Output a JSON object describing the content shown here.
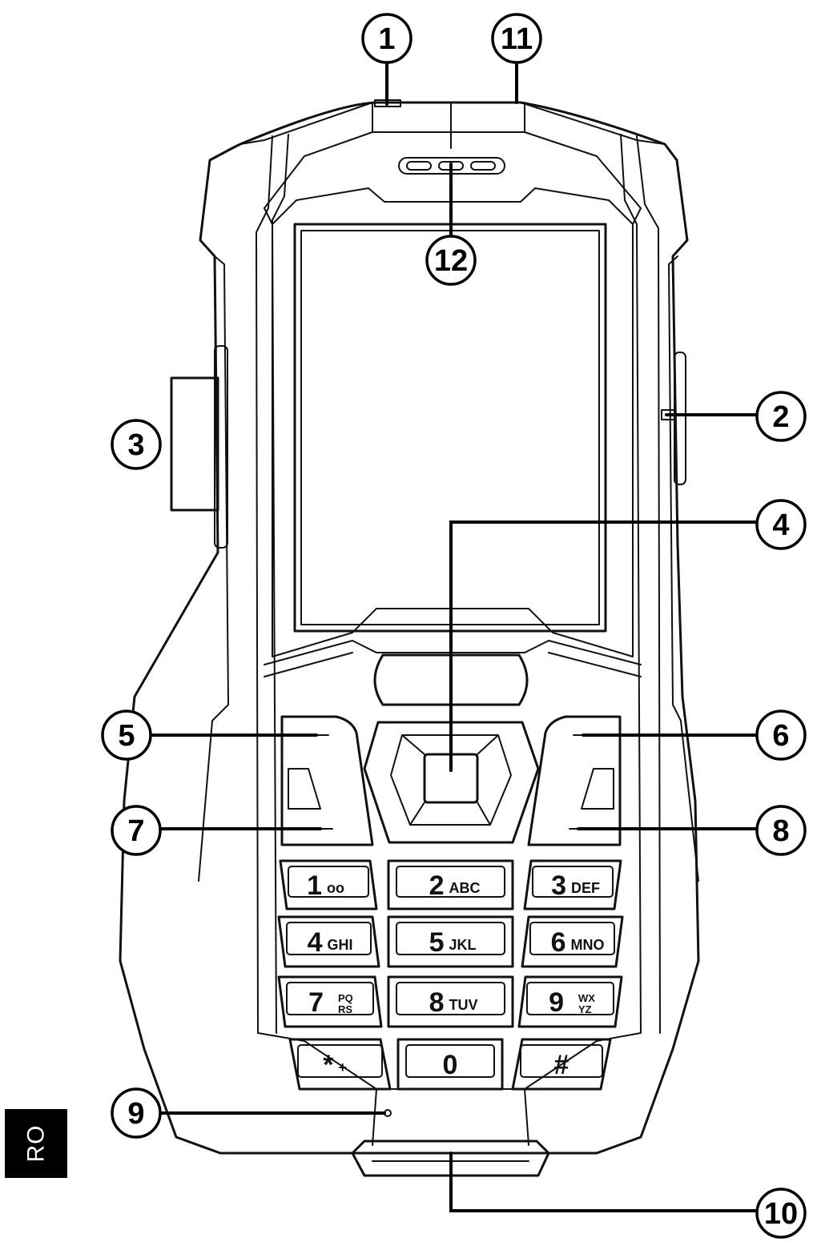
{
  "language_tab": "RO",
  "callouts": [
    {
      "number": "1"
    },
    {
      "number": "2"
    },
    {
      "number": "3"
    },
    {
      "number": "4"
    },
    {
      "number": "5"
    },
    {
      "number": "6"
    },
    {
      "number": "7"
    },
    {
      "number": "8"
    },
    {
      "number": "9"
    },
    {
      "number": "10"
    },
    {
      "number": "11"
    },
    {
      "number": "12"
    }
  ],
  "keypad": [
    {
      "digit": "1",
      "letters": "oo"
    },
    {
      "digit": "2",
      "letters": "ABC"
    },
    {
      "digit": "3",
      "letters": "DEF"
    },
    {
      "digit": "4",
      "letters": "GHI"
    },
    {
      "digit": "5",
      "letters": "JKL"
    },
    {
      "digit": "6",
      "letters": "MNO"
    },
    {
      "digit": "7",
      "letters": "PQ",
      "letters2": "RS"
    },
    {
      "digit": "8",
      "letters": "TUV"
    },
    {
      "digit": "9",
      "letters": "WX",
      "letters2": "YZ"
    },
    {
      "digit": "*",
      "letters": "+"
    },
    {
      "digit": "0",
      "letters": ""
    },
    {
      "digit": "#",
      "letters": ""
    }
  ]
}
